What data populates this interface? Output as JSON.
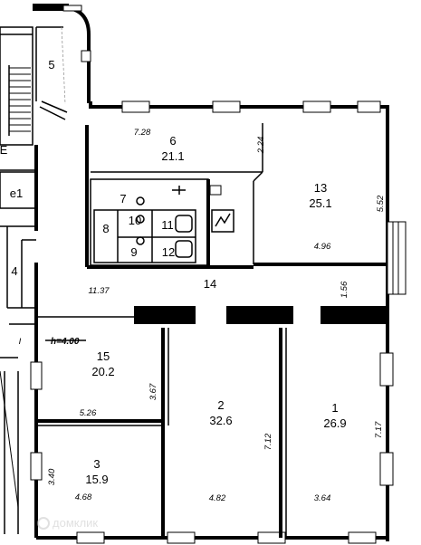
{
  "rooms": [
    {
      "id": "r1",
      "number": "1",
      "area": "26.9"
    },
    {
      "id": "r2",
      "number": "2",
      "area": "32.6"
    },
    {
      "id": "r3",
      "number": "3",
      "area": "15.9"
    },
    {
      "id": "r4",
      "number": "4",
      "area": ""
    },
    {
      "id": "r5",
      "number": "5",
      "area": ""
    },
    {
      "id": "r6",
      "number": "6",
      "area": "21.1"
    },
    {
      "id": "r7",
      "number": "7",
      "area": ""
    },
    {
      "id": "r8",
      "number": "8",
      "area": ""
    },
    {
      "id": "r9",
      "number": "9",
      "area": ""
    },
    {
      "id": "r10",
      "number": "10",
      "area": ""
    },
    {
      "id": "r11",
      "number": "11",
      "area": ""
    },
    {
      "id": "r12",
      "number": "12",
      "area": ""
    },
    {
      "id": "r13",
      "number": "13",
      "area": "25.1"
    },
    {
      "id": "r14",
      "number": "14",
      "area": ""
    },
    {
      "id": "r15",
      "number": "15",
      "area": "20.2"
    },
    {
      "id": "re1",
      "number": "e1",
      "area": ""
    }
  ],
  "dimensions": [
    "7.28",
    "2.24",
    "5.52",
    "4.96",
    "11.37",
    "1.56",
    "3.67",
    "5.26",
    "7.12",
    "7.17",
    "3.40",
    "4.68",
    "4.82",
    "3.64"
  ],
  "height_note": "h=4.00",
  "edge_labels": {
    "left_e": "E",
    "left_i": "I"
  },
  "watermark": "домклик"
}
